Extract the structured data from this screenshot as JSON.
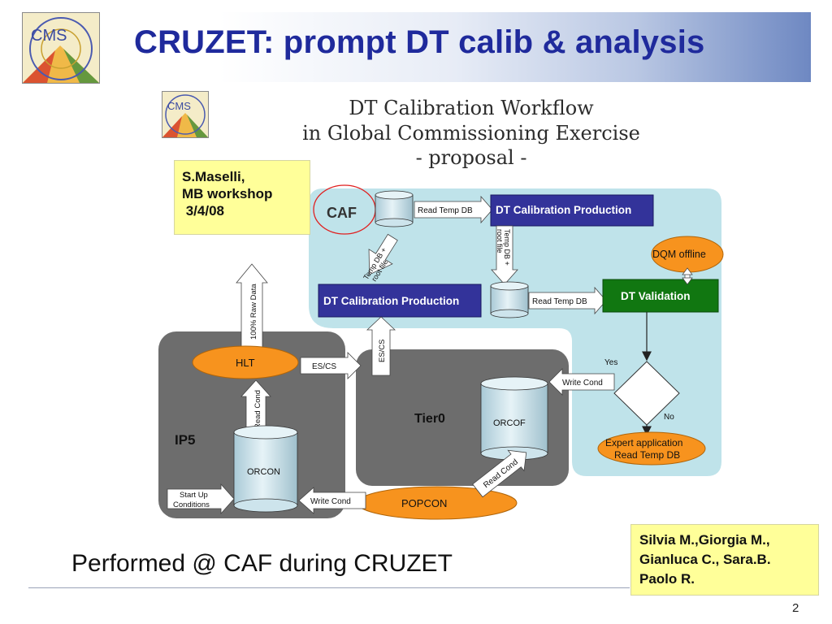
{
  "slide": {
    "title": "CRUZET: prompt DT calib & analysis",
    "footer": "Performed @ CAF during CRUZET",
    "page_number": "2",
    "logo_text": "CMS"
  },
  "diagram": {
    "title_lines": [
      "DT Calibration Workflow",
      "in Global Commissioning Exercise",
      "- proposal -"
    ],
    "regions": {
      "caf": "CAF",
      "ip5": "IP5",
      "tier0": "Tier0"
    },
    "nodes": {
      "dt_calib_prod_top": "DT Calibration Production",
      "dt_calib_prod_mid": "DT Calibration Production",
      "dt_validation": "DT Validation",
      "dqm_offline": "DQM offline",
      "hlt": "HLT",
      "popcon": "POPCON",
      "orcon": "ORCON",
      "orcof": "ORCOF",
      "expert_line1": "Expert application",
      "expert_line2": "Read Temp DB",
      "start_line1": "Start Up",
      "start_line2": "Conditions"
    },
    "arrows": {
      "read_temp_db_top": "Read Temp DB",
      "read_temp_db_mid": "Read Temp DB",
      "temp_db_root_left_1": "Temp DB +",
      "temp_db_root_left_2": "root file",
      "temp_db_root_right_1": "Temp DB +",
      "temp_db_root_right_2": "root file",
      "raw_data": "100% Raw Data",
      "es_cs_vertical": "ES/CS",
      "es_cs_horizontal": "ES/CS",
      "read_cond_ip5": "Read Cond",
      "read_cond_tier0": "Read Cond",
      "write_cond_validation": "Write  Cond",
      "write_cond_popcon": "Write  Cond",
      "yes": "Yes",
      "no": "No"
    }
  },
  "notes": {
    "author_note": [
      "S.Maselli,",
      "MB workshop",
      " 3/4/08"
    ],
    "people_note": [
      "Silvia M.,Giorgia M.,",
      "Gianluca C., Sara.B.",
      "Paolo R."
    ]
  },
  "colors": {
    "title": "#1f2a9c",
    "caf_region": "#bfe3ea",
    "gray_region": "#6d6d6d",
    "calib_box": "#33339a",
    "validation_box": "#117711",
    "orange": "#f7931e",
    "db_cylinder": "#cde4ec",
    "highlight_circle": "#e02020"
  }
}
